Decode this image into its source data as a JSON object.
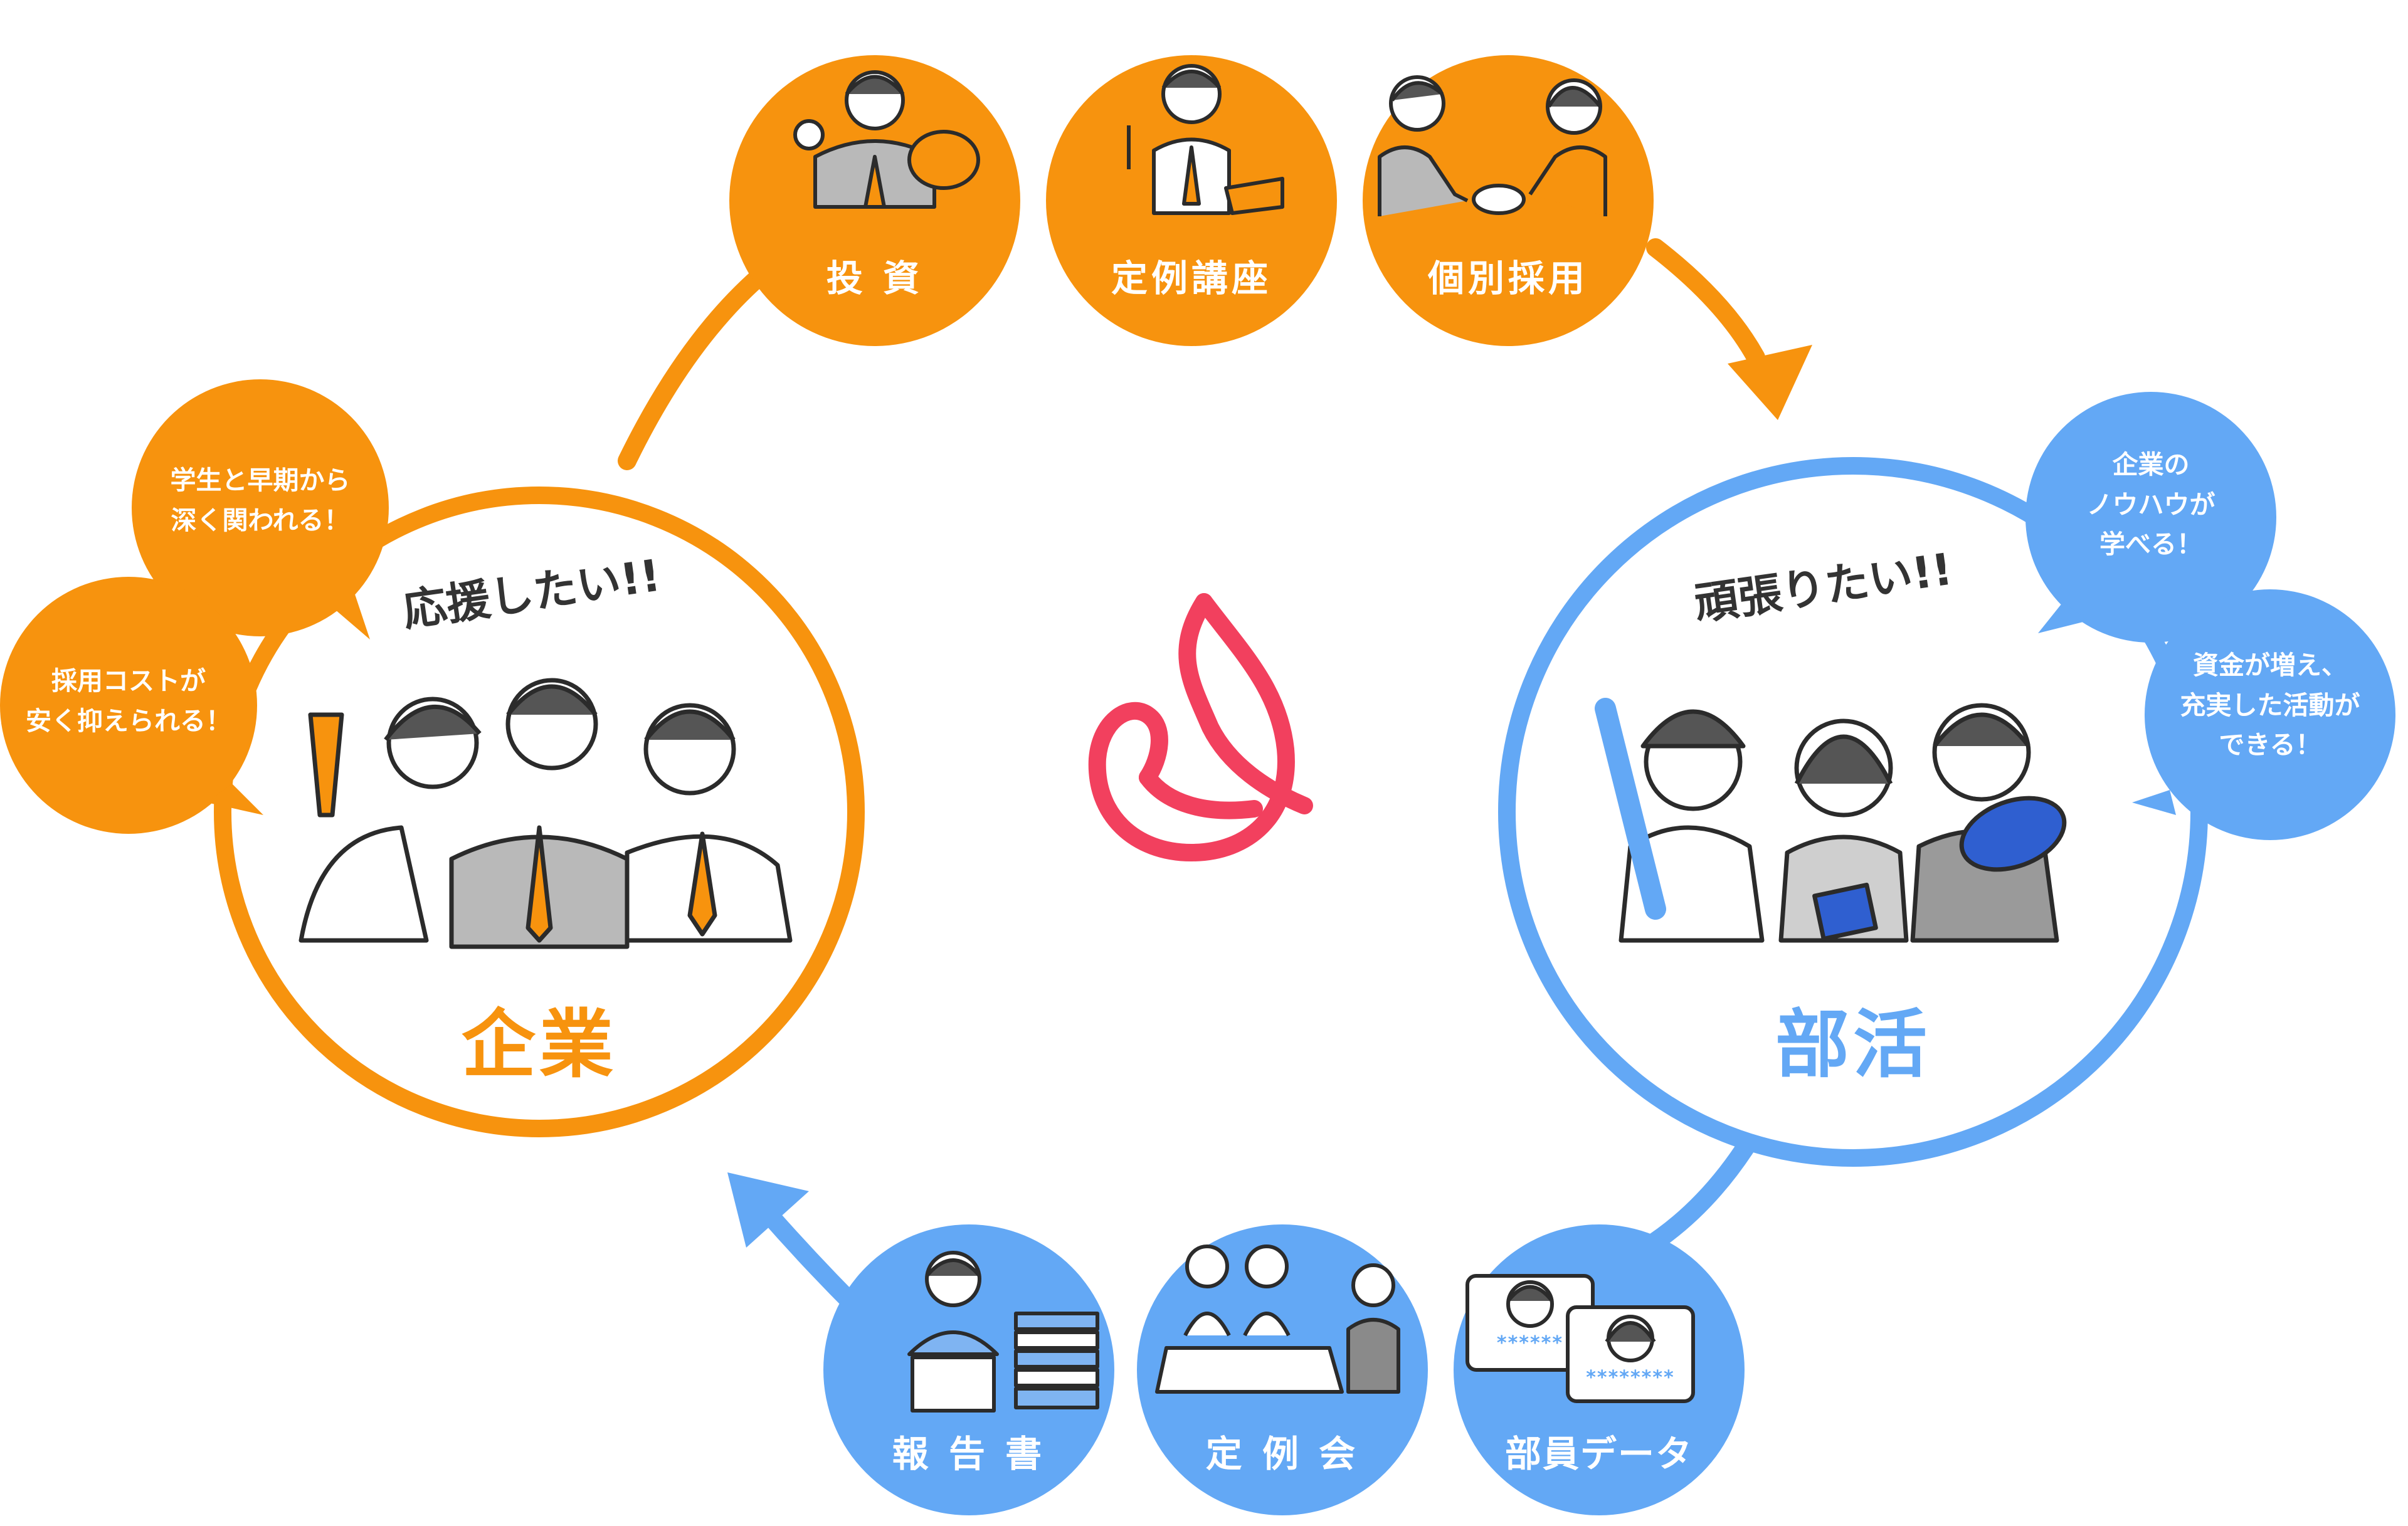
{
  "colors": {
    "orange": "#F7930E",
    "blue": "#63A8F5",
    "flame_pink": "#F2405E",
    "flame_orange": "#F77B24",
    "link_purple": "#8A7BEA",
    "ink": "#333333"
  },
  "company": {
    "title": "企業",
    "slogan": "応援したい!!",
    "bubbles": [
      "学生と早期から\n深く関われる！",
      "採用コストが\n安く抑えられる！"
    ]
  },
  "club": {
    "title": "部活",
    "slogan": "頑張りたい!!",
    "bubbles": [
      "企業の\nノウハウが\n学べる！",
      "資金が増え、\n充実した活動が\nできる！"
    ]
  },
  "top_flow": {
    "items": [
      {
        "label": "投 資",
        "icon": "investment-illustration"
      },
      {
        "label": "定例講座",
        "icon": "lecture-illustration"
      },
      {
        "label": "個別採用",
        "icon": "handshake-illustration"
      }
    ]
  },
  "bottom_flow": {
    "items": [
      {
        "label": "報 告 書",
        "icon": "report-illustration"
      },
      {
        "label": "定 例 会",
        "icon": "meeting-illustration"
      },
      {
        "label": "部員データ",
        "icon": "member-data-illustration",
        "mask_text": [
          "******",
          "********"
        ]
      }
    ]
  },
  "center": {
    "icon": "flame-logo-icon"
  }
}
